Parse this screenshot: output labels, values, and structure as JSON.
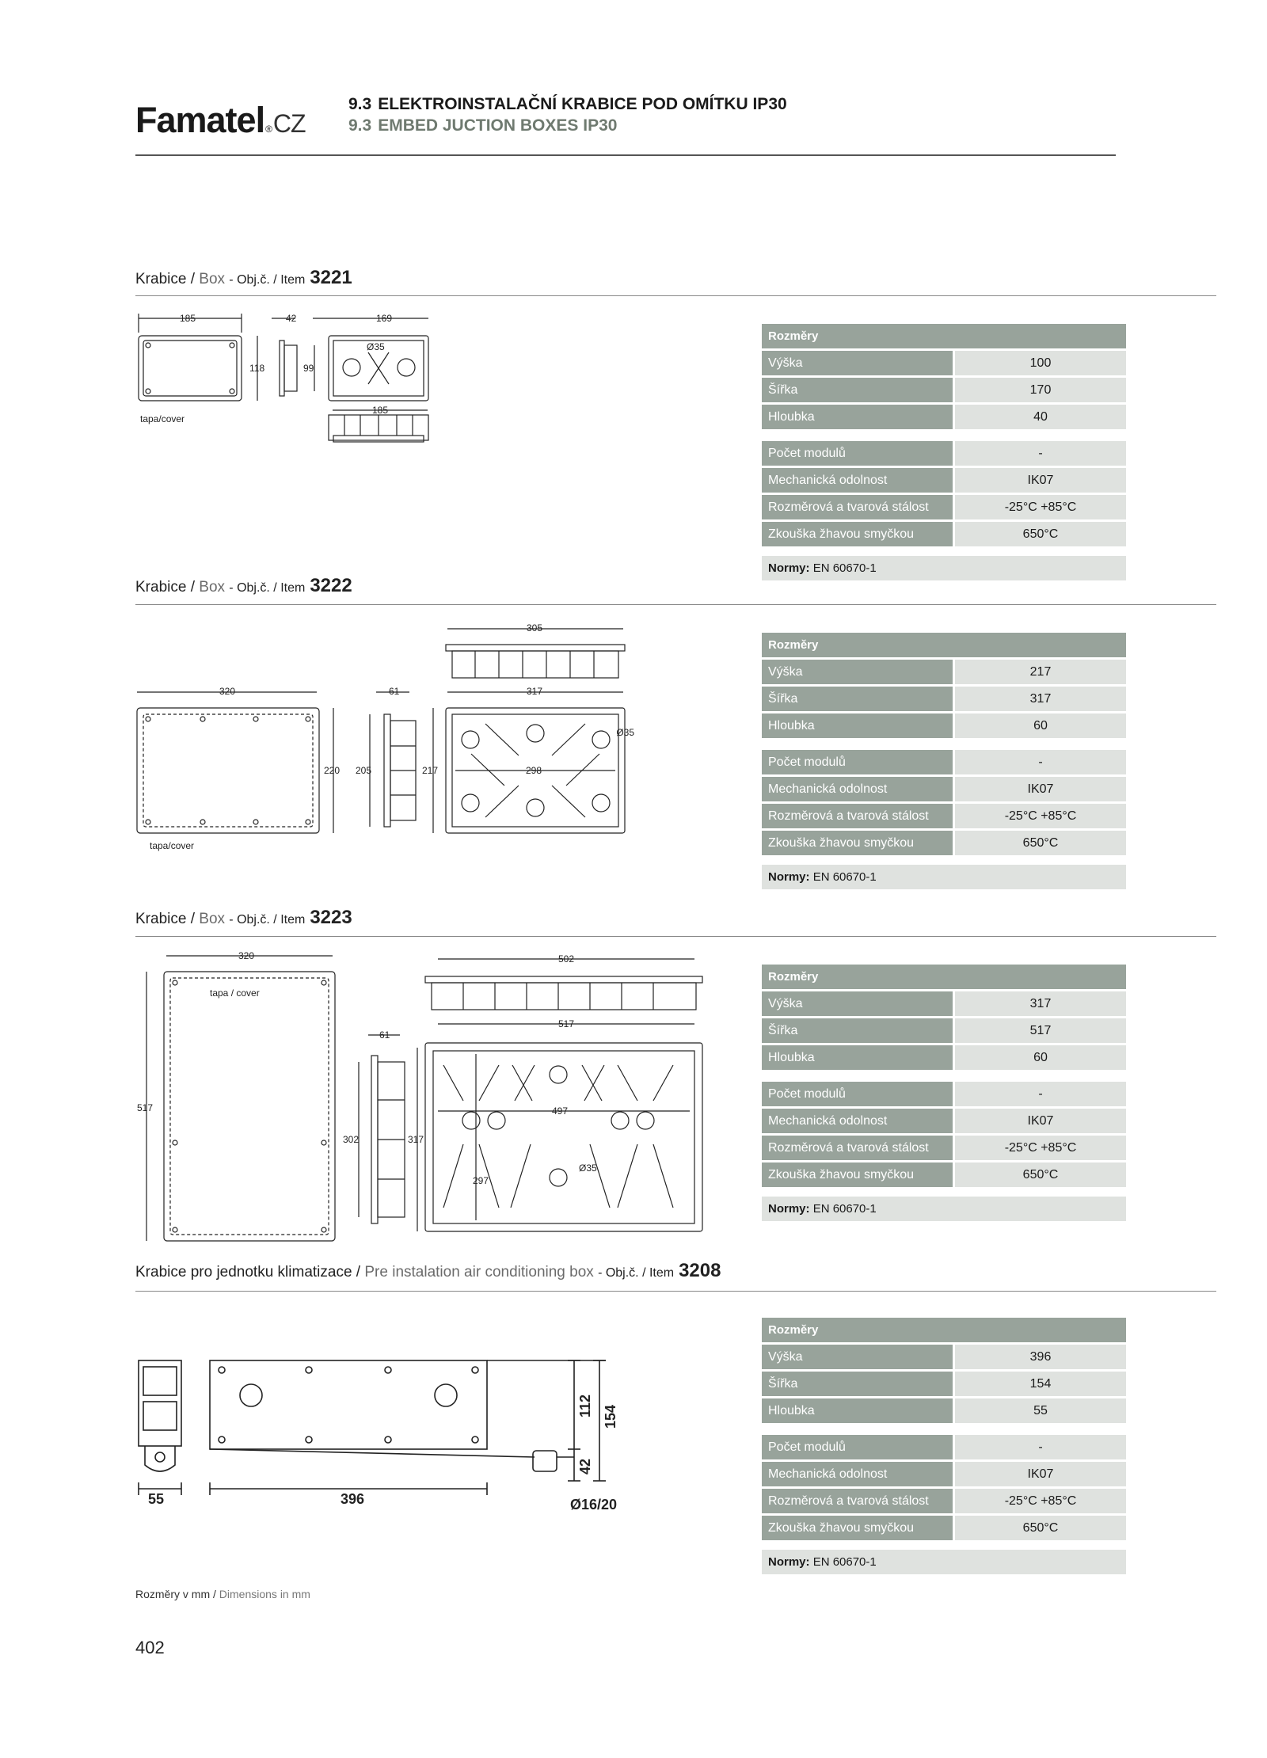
{
  "header": {
    "logo_main": "Famatel",
    "logo_reg": "®",
    "logo_suffix": "CZ",
    "line1_num": "9.3",
    "line1_text": "ELEKTROINSTALAČNÍ KRABICE POD OMÍTKU IP30",
    "line2_num": "9.3",
    "line2_text": "EMBED JUCTION BOXES IP30"
  },
  "sections": [
    {
      "cz": "Krabice",
      "en": "Box",
      "item_label": "- Obj.č. / Item",
      "item": "3221",
      "drawing": {
        "d1": "185",
        "d2": "42",
        "d3": "169",
        "d4": "118",
        "d5": "99",
        "d6": "185",
        "hole": "Ø35",
        "cover": "tapa/cover"
      },
      "spec": {
        "head": "Rozměry",
        "rows": [
          [
            "Výška",
            "100"
          ],
          [
            "Šířka",
            "170"
          ],
          [
            "Hloubka",
            "40"
          ]
        ],
        "rows2": [
          [
            "Počet modulů",
            "-"
          ],
          [
            "Mechanická odolnost",
            "IK07"
          ],
          [
            "Rozměrová a tvarová stálost",
            "-25°C +85°C"
          ],
          [
            "Zkouška žhavou smyčkou",
            "650°C"
          ]
        ],
        "norm_label": "Normy:",
        "norm": "EN 60670-1"
      }
    },
    {
      "cz": "Krabice",
      "en": "Box",
      "item_label": "- Obj.č. / Item",
      "item": "3222",
      "drawing": {
        "d1": "305",
        "d2": "320",
        "d3": "61",
        "d4": "317",
        "d5": "220",
        "d6": "205",
        "d7": "217",
        "d8": "298",
        "hole": "Ø35",
        "cover": "tapa/cover"
      },
      "spec": {
        "head": "Rozměry",
        "rows": [
          [
            "Výška",
            "217"
          ],
          [
            "Šířka",
            "317"
          ],
          [
            "Hloubka",
            "60"
          ]
        ],
        "rows2": [
          [
            "Počet modulů",
            "-"
          ],
          [
            "Mechanická odolnost",
            "IK07"
          ],
          [
            "Rozměrová a tvarová stálost",
            "-25°C +85°C"
          ],
          [
            "Zkouška žhavou smyčkou",
            "650°C"
          ]
        ],
        "norm_label": "Normy:",
        "norm": "EN 60670-1"
      }
    },
    {
      "cz": "Krabice",
      "en": "Box",
      "item_label": "- Obj.č. / Item",
      "item": "3223",
      "drawing": {
        "d1": "320",
        "d2": "502",
        "d3": "61",
        "d4": "517",
        "d5": "517",
        "d6": "302",
        "d7": "317",
        "d8": "497",
        "d9": "297",
        "hole": "Ø35",
        "cover": "tapa / cover"
      },
      "spec": {
        "head": "Rozměry",
        "rows": [
          [
            "Výška",
            "317"
          ],
          [
            "Šířka",
            "517"
          ],
          [
            "Hloubka",
            "60"
          ]
        ],
        "rows2": [
          [
            "Počet modulů",
            "-"
          ],
          [
            "Mechanická odolnost",
            "IK07"
          ],
          [
            "Rozměrová a tvarová stálost",
            "-25°C +85°C"
          ],
          [
            "Zkouška žhavou smyčkou",
            "650°C"
          ]
        ],
        "norm_label": "Normy:",
        "norm": "EN 60670-1"
      }
    },
    {
      "cz": "Krabice pro jednotku klimatizace",
      "en": "Pre instalation air conditioning box",
      "item_label": "- Obj.č. / Item",
      "item": "3208",
      "drawing": {
        "d1": "55",
        "d2": "396",
        "d3": "112",
        "d4": "154",
        "d5": "42",
        "hole": "Ø16/20"
      },
      "spec": {
        "head": "Rozměry",
        "rows": [
          [
            "Výška",
            "396"
          ],
          [
            "Šířka",
            "154"
          ],
          [
            "Hloubka",
            "55"
          ]
        ],
        "rows2": [
          [
            "Počet modulů",
            "-"
          ],
          [
            "Mechanická odolnost",
            "IK07"
          ],
          [
            "Rozměrová a tvarová stálost",
            "-25°C +85°C"
          ],
          [
            "Zkouška žhavou smyčkou",
            "650°C"
          ]
        ],
        "norm_label": "Normy:",
        "norm": "EN 60670-1"
      }
    }
  ],
  "footer": {
    "cz": "Rozměry v mm",
    "en": "Dimensions in mm",
    "page": "402"
  }
}
